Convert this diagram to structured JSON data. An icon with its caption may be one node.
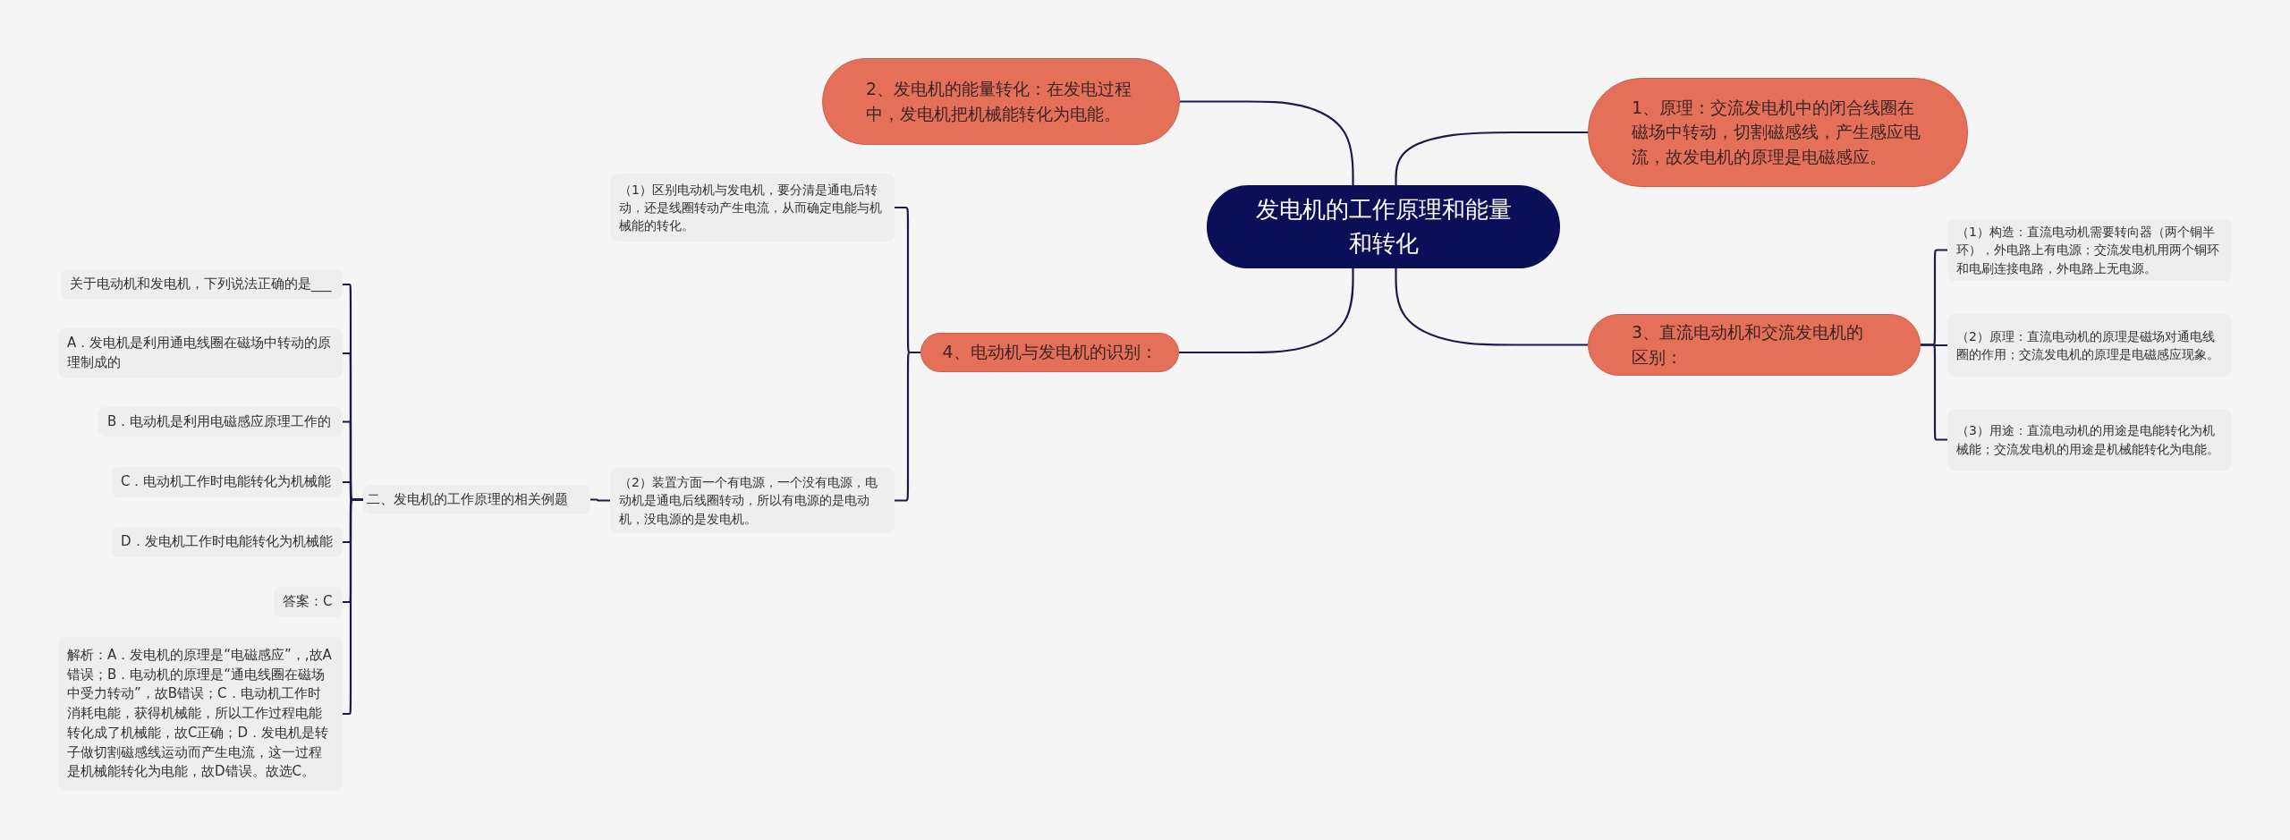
{
  "diagram": {
    "nodes": [
      {
        "text": [
          "发电机的工作原理和能量和转化"
        ]
      },
      {
        "text": [
          "1、原理：交流发电机中的闭合线圈在磁场中转动，切割磁感线，产生感应电流，故发电机的原理是电磁感应。"
        ]
      },
      {
        "text": [
          "2、发电机的能量转化：在发电过程中，发电机把机械能转化为电能。"
        ]
      },
      {
        "text": [
          "3、直流电动机和交流发电机的区别："
        ]
      },
      {
        "text": [
          "（1）构造：直流电动机需要转向器（两个铜半环），外电路上有电源；交流发电机用两个铜环和电刷连接电路，外电路上无电源。"
        ]
      },
      {
        "text": [
          "（2）原理：直流电动机的原理是磁场对通电线圈的作用；交流发电机的原理是电磁感应现象。"
        ]
      },
      {
        "text": [
          "（3）用途：直流电动机的用途是电能转化为机械能；交流发电机的用途是机械能转化为电能。"
        ]
      },
      {
        "text": [
          "4、电动机与发电机的识别："
        ]
      },
      {
        "text": [
          "（1）区别电动机与发电机，要分清是通电后转动，还是线圈转动产生电流，从而确定电能与机械能的转化。"
        ]
      },
      {
        "text": [
          "（2）装置方面一个有电源，一个没有电源，电动机是通电后线圈转动，所以有电源的是电动机，没电源的是发电机。"
        ]
      },
      {
        "text": [
          "二、发电机的工作原理的相关例题"
        ]
      },
      {
        "text": [
          "关于电动机和发电机，下列说法正确的是___"
        ]
      },
      {
        "text": [
          "A．发电机是利用通电线圈在磁场中转动的原理制成的"
        ]
      },
      {
        "text": [
          "B．电动机是利用电磁感应原理工作的"
        ]
      },
      {
        "text": [
          "C．电动机工作时电能转化为机械能"
        ]
      },
      {
        "text": [
          "D．发电机工作时电能转化为机械能"
        ]
      },
      {
        "text": [
          "答案：C"
        ]
      },
      {
        "text": [
          "解析：A．发电机的原理是“电磁感应”，,故A错误；B．电动机的原理是“通电线圈在磁场中受力转动”，故B错误；C．电动机工作时消耗电能，获得机械能，所以工作过程电能转化成了机械能，故C正确；D．发电机是转子做切割磁感线运动而产生电流，这一过程是机械能转化为电能，故D错误。故选C。"
        ]
      }
    ],
    "edges": [
      {
        "from": 0,
        "to": 2,
        "arrow": "none"
      },
      {
        "from": 0,
        "to": 1,
        "arrow": "none"
      },
      {
        "from": 0,
        "to": 7,
        "arrow": "none"
      },
      {
        "from": 0,
        "to": 3,
        "arrow": "none"
      },
      {
        "from": 3,
        "to": 4,
        "arrow": "none"
      },
      {
        "from": 3,
        "to": 5,
        "arrow": "none"
      },
      {
        "from": 3,
        "to": 6,
        "arrow": "none"
      },
      {
        "from": 7,
        "to": 8,
        "arrow": "none"
      },
      {
        "from": 7,
        "to": 9,
        "arrow": "none"
      },
      {
        "from": 9,
        "to": 10,
        "arrow": "none"
      },
      {
        "from": 10,
        "to": 11,
        "arrow": "none"
      },
      {
        "from": 10,
        "to": 12,
        "arrow": "none"
      },
      {
        "from": 10,
        "to": 13,
        "arrow": "none"
      },
      {
        "from": 10,
        "to": 14,
        "arrow": "none"
      },
      {
        "from": 10,
        "to": 15,
        "arrow": "none"
      },
      {
        "from": 10,
        "to": 16,
        "arrow": "none"
      },
      {
        "from": 10,
        "to": 17,
        "arrow": "none"
      }
    ]
  }
}
